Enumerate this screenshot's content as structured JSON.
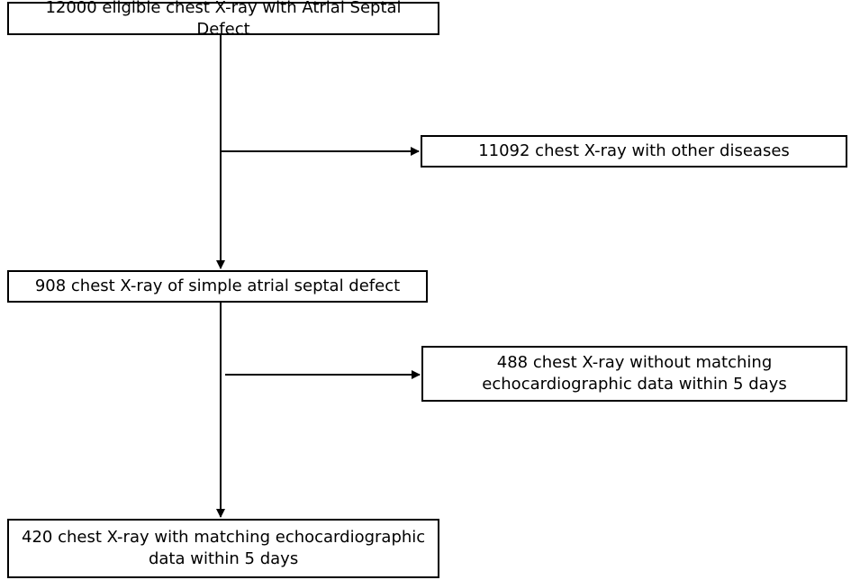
{
  "boxes": {
    "eligible": "12000 eligible chest X-ray with Atrial Septal Defect",
    "other_diseases": "11092 chest X-ray with other diseases",
    "simple_asd": "908 chest X-ray of simple atrial septal defect",
    "no_echo": {
      "line1": "488 chest X-ray without matching",
      "line2": "echocardiographic data within 5 days"
    },
    "final": {
      "line1": "420 chest X-ray with matching echocardiographic",
      "line2": "data within 5 days"
    }
  }
}
